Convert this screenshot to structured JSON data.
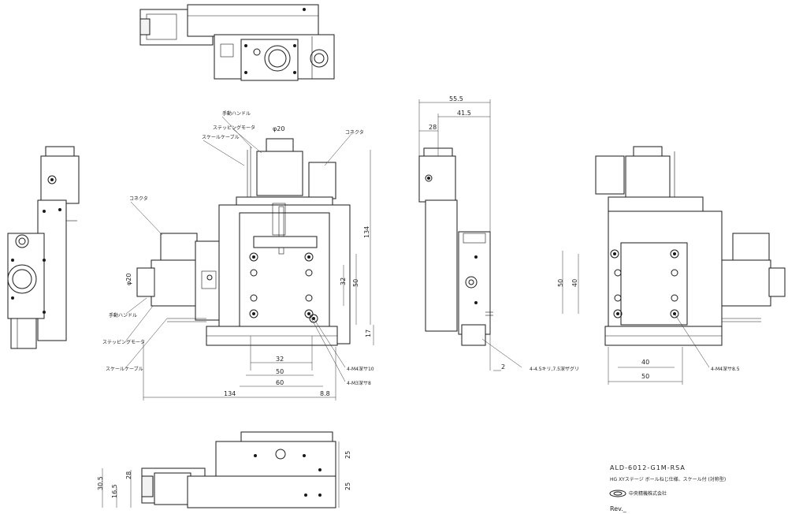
{
  "dims": {
    "front_phi20": "φ20",
    "front_134_v": "134",
    "front_32_v": "32",
    "front_50_v": "50",
    "front_17_v": "17",
    "front_32_h": "32",
    "front_50_h": "50",
    "front_60_h": "60",
    "front_134_h": "134",
    "front_8_8": "8.8",
    "left_phi20": "φ20",
    "side_55_5": "55.5",
    "side_41_5": "41.5",
    "side_28": "28",
    "side_2": "2",
    "back_50_v": "50",
    "back_40_v": "40",
    "back_40_h": "40",
    "back_50_h": "50",
    "bottom_30_5": "30.5",
    "bottom_16_5": "16.5",
    "bottom_28": "28",
    "bottom_25_a": "25",
    "bottom_25_b": "25"
  },
  "labels": {
    "manual_handle": "手動ハンドル",
    "stepping_motor": "ステッピングモータ",
    "scale_cable": "スケールケーブル",
    "connector": "コネクタ",
    "manual_handle_l": "手動ハンドル",
    "stepping_motor_l": "ステッピングモータ",
    "scale_cable_l": "スケールケーブル",
    "connector_l": "コネクタ",
    "m4_depth10": "4-M4深サ10",
    "m3_depth8": "4-M3深サ8",
    "side_holes": "4-4.5キリ,7.5深ザグリ",
    "back_m4": "4-M4深サ8.5"
  },
  "title_block": {
    "model": "ALD-6012-G1M-RSA",
    "description": "HG XYステージ ボールねじ仕様、スケール付 (対称型)",
    "company": "中央精機株式会社",
    "rev": "Rev._"
  }
}
